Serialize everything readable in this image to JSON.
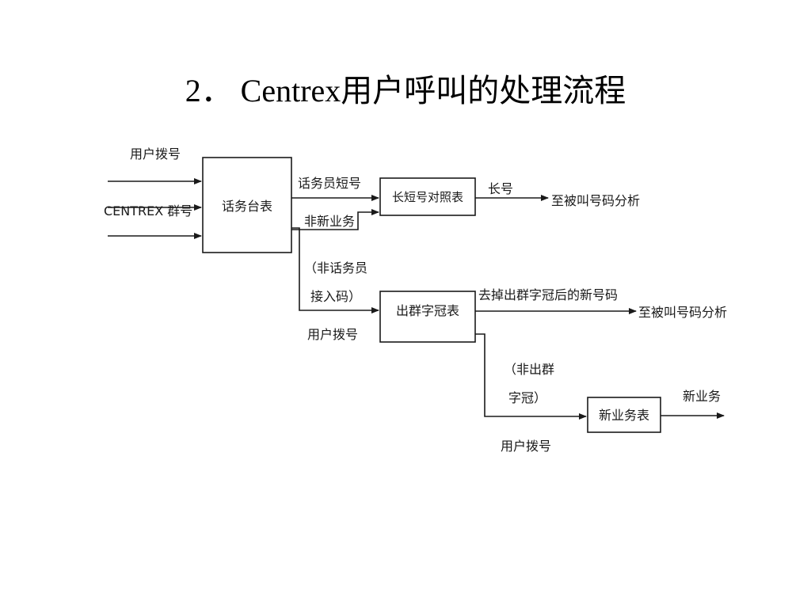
{
  "title": "2． Centrex用户呼叫的处理流程",
  "diagram": {
    "boxes": {
      "attendant_table": "话务台表",
      "long_short_table": "长短号对照表",
      "group_prefix_table": "出群字冠表",
      "new_service_table": "新业务表"
    },
    "labels": {
      "user_dial_in": "用户拨号",
      "centrex_group": "CENTREX 群号",
      "attendant_short": "话务员短号",
      "non_new_service": "非新业务",
      "non_attendant_line1": "（非话务员",
      "non_attendant_line2": "接入码）",
      "user_dial_2": "用户拨号",
      "long_number": "长号",
      "to_called_1": "至被叫号码分析",
      "strip_prefix": "去掉出群字冠后的新号码",
      "to_called_2": "至被叫号码分析",
      "non_prefix_line1": "（非出群",
      "non_prefix_line2": "字冠）",
      "new_service": "新业务",
      "user_dial_3": "用户拨号"
    }
  },
  "colors": {
    "line": "#1a1a1a",
    "background": "#ffffff"
  }
}
